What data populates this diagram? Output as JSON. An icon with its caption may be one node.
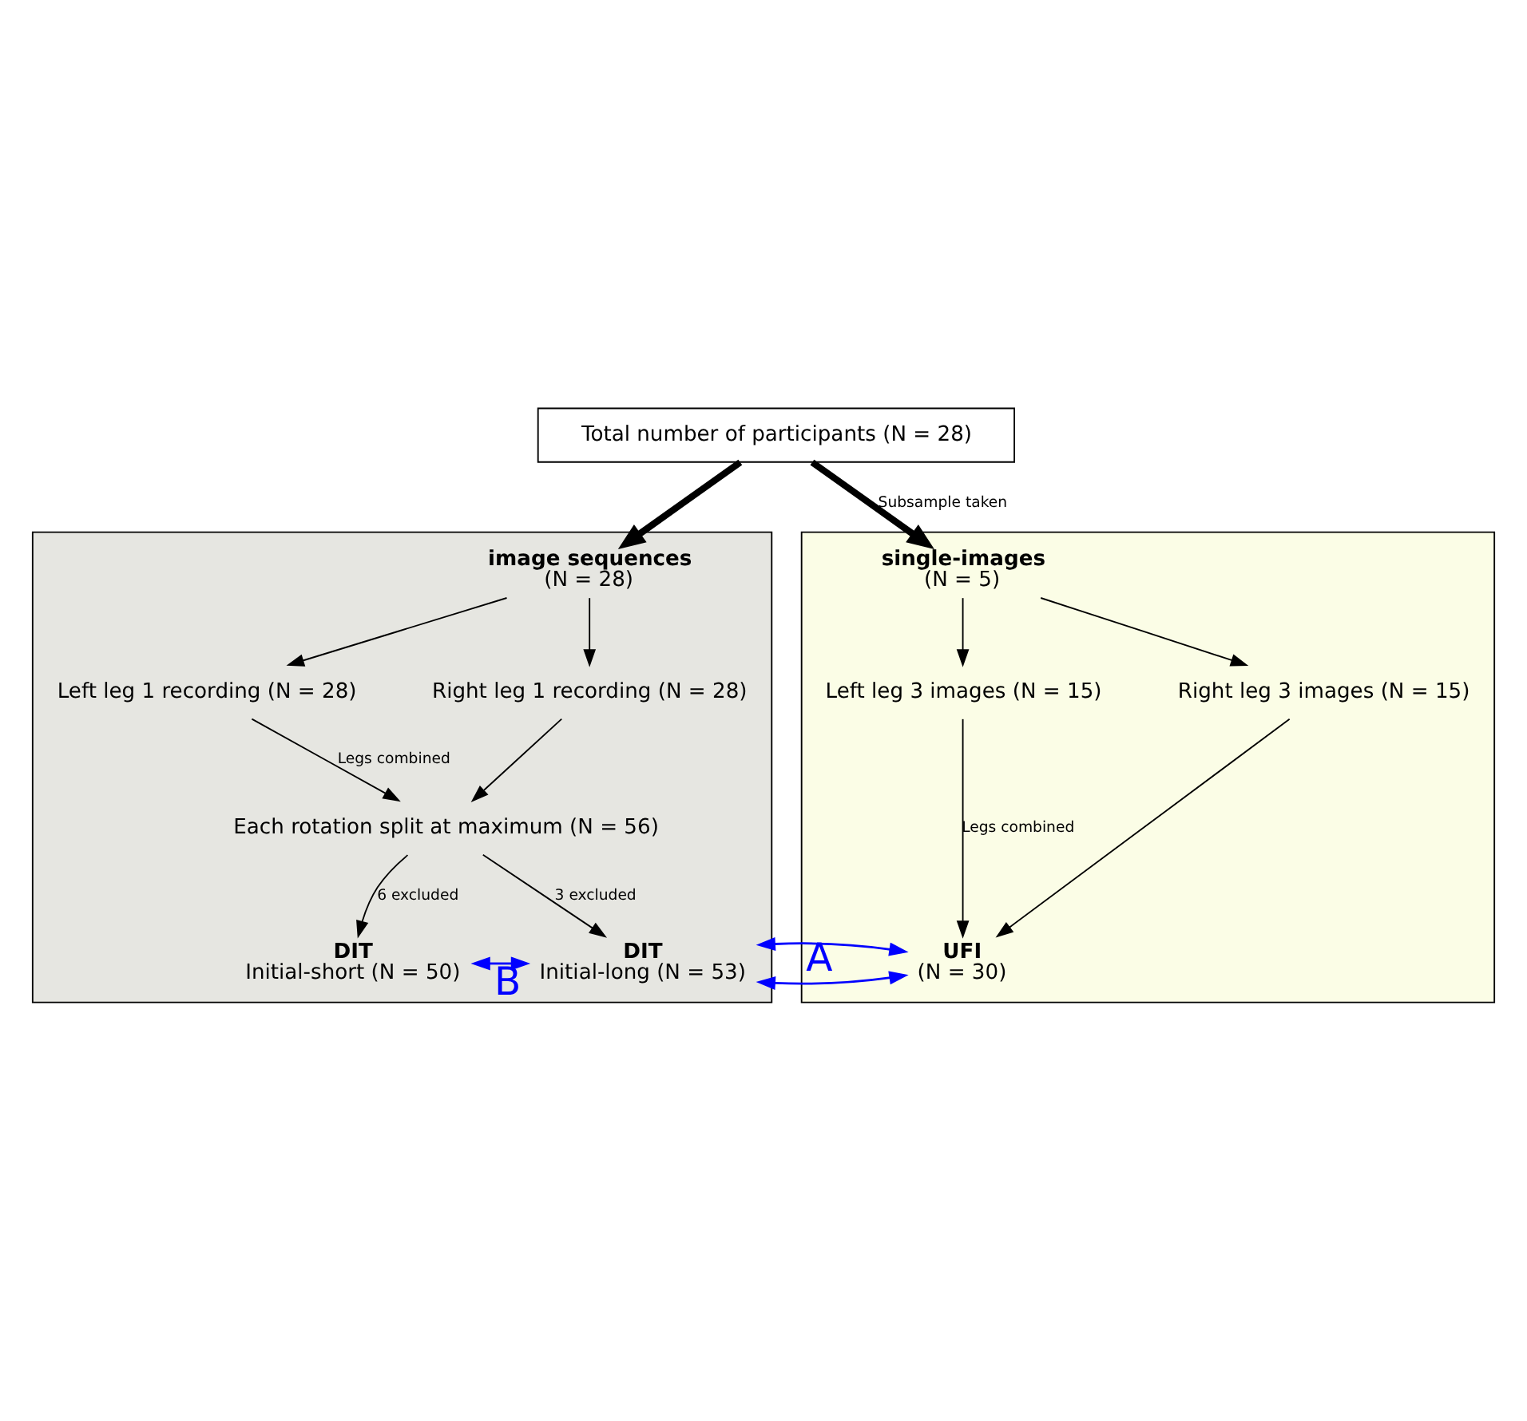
{
  "diagram": {
    "nodes": [
      {
        "text": [
          "Total number of participants (N = 28)"
        ]
      },
      {
        "text": [],
        "shape": "box"
      },
      {
        "text": [],
        "shape": "box"
      },
      {
        "text": [
          "image sequences",
          "(N = 28)"
        ],
        "in": 1
      },
      {
        "text": [
          "Left leg 1 recording (N = 28)"
        ],
        "in": 1
      },
      {
        "text": [
          "Right leg 1 recording (N = 28)"
        ],
        "in": 1
      },
      {
        "text": [
          "Each rotation split at maximum (N = 56)"
        ],
        "in": 1
      },
      {
        "text": [
          "DIT",
          "Initial-short (N = 50)"
        ],
        "in": 1
      },
      {
        "text": [
          "DIT",
          "Initial-long (N = 53)"
        ],
        "in": 1
      },
      {
        "text": [
          "single-images",
          "(N = 5)"
        ],
        "in": 2
      },
      {
        "text": [
          "Left leg 3 images (N = 15)"
        ],
        "in": 2
      },
      {
        "text": [
          "Right leg 3 images (N = 15)"
        ],
        "in": 2
      },
      {
        "text": [
          "UFI",
          "(N = 30)"
        ],
        "in": 2
      }
    ],
    "edges": [
      {
        "from": 0,
        "to": 3,
        "arrow": "to",
        "style": "thick"
      },
      {
        "from": 0,
        "to": 9,
        "arrow": "to",
        "label": "Subsample taken",
        "style": "thick"
      },
      {
        "from": 3,
        "to": 4,
        "arrow": "to"
      },
      {
        "from": 3,
        "to": 5,
        "arrow": "to"
      },
      {
        "from": 4,
        "to": 6,
        "arrow": "to",
        "label": "Legs combined"
      },
      {
        "from": 5,
        "to": 6,
        "arrow": "to"
      },
      {
        "from": 6,
        "to": 7,
        "arrow": "to",
        "label": "6 excluded"
      },
      {
        "from": 6,
        "to": 8,
        "arrow": "to",
        "label": "3 excluded"
      },
      {
        "from": 9,
        "to": 10,
        "arrow": "to"
      },
      {
        "from": 9,
        "to": 11,
        "arrow": "to"
      },
      {
        "from": 10,
        "to": 12,
        "arrow": "to",
        "label": "Legs combined"
      },
      {
        "from": 11,
        "to": 12,
        "arrow": "to"
      },
      {
        "from": 7,
        "to": 8,
        "arrow": "both",
        "label": "B",
        "color": "#0000ff"
      },
      {
        "from": 8,
        "to": 12,
        "arrow": "both",
        "label": "A",
        "color": "#0000ff"
      }
    ]
  }
}
